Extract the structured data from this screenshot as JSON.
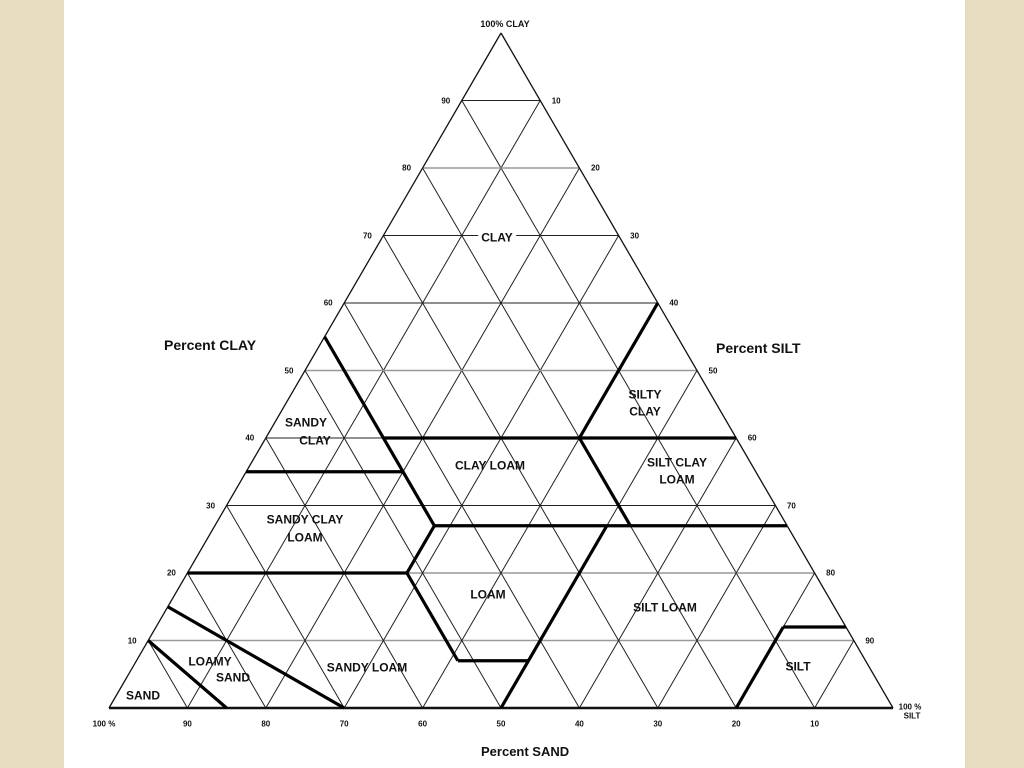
{
  "title": "100% CLAY",
  "axes": {
    "clay_label": "Percent CLAY",
    "silt_label": "Percent SILT",
    "sand_label": "Percent SAND",
    "sand_corner": "100 %",
    "silt_corner_1": "100 %",
    "silt_corner_2": "SILT",
    "clay_ticks": [
      "10",
      "20",
      "30",
      "40",
      "50",
      "60",
      "70",
      "80",
      "90"
    ],
    "silt_ticks": [
      "10",
      "20",
      "30",
      "40",
      "50",
      "60",
      "70",
      "80",
      "90"
    ],
    "sand_ticks": [
      "90",
      "80",
      "70",
      "60",
      "50",
      "40",
      "30",
      "20",
      "10"
    ]
  },
  "regions": {
    "clay": "CLAY",
    "sandy_clay_1": "SANDY",
    "sandy_clay_2": "CLAY",
    "silty_clay_1": "SILTY",
    "silty_clay_2": "CLAY",
    "clay_loam": "CLAY  LOAM",
    "silty_clay_loam_1": "SILT  CLAY",
    "silty_clay_loam_2": "LOAM",
    "sandy_clay_loam_1": "SANDY CLAY",
    "sandy_clay_loam_2": "LOAM",
    "loam": "LOAM",
    "silt_loam": "SILT  LOAM",
    "loamy_sand_1": "LOAMY",
    "loamy_sand_2": "SAND",
    "sandy_loam": "SANDY LOAM",
    "sand": "SAND",
    "silt": "SILT"
  },
  "boundaries": [
    [
      [
        45,
        0,
        55
      ],
      [
        45,
        28,
        27
      ]
    ],
    [
      [
        45,
        15,
        40
      ],
      [
        0,
        60,
        40
      ]
    ],
    [
      [
        20,
        40,
        40
      ],
      [
        0,
        40,
        60
      ]
    ],
    [
      [
        65,
        0,
        35
      ],
      [
        45,
        20,
        35
      ]
    ],
    [
      [
        45,
        28,
        27
      ],
      [
        0,
        73,
        27
      ]
    ],
    [
      [
        20,
        40,
        40
      ],
      [
        20,
        53,
        27
      ]
    ],
    [
      [
        80,
        0,
        20
      ],
      [
        52,
        28,
        20
      ]
    ],
    [
      [
        45,
        28,
        27
      ],
      [
        52,
        28,
        20
      ],
      [
        52,
        41,
        7
      ],
      [
        43,
        50,
        7
      ]
    ],
    [
      [
        23,
        50,
        27
      ],
      [
        50,
        50,
        0
      ]
    ],
    [
      [
        85,
        0,
        15
      ],
      [
        70,
        30,
        0
      ]
    ],
    [
      [
        90,
        0,
        10
      ],
      [
        85,
        15,
        0
      ]
    ],
    [
      [
        20,
        80,
        0
      ],
      [
        8,
        80,
        12
      ],
      [
        0,
        88,
        12
      ]
    ]
  ]
}
